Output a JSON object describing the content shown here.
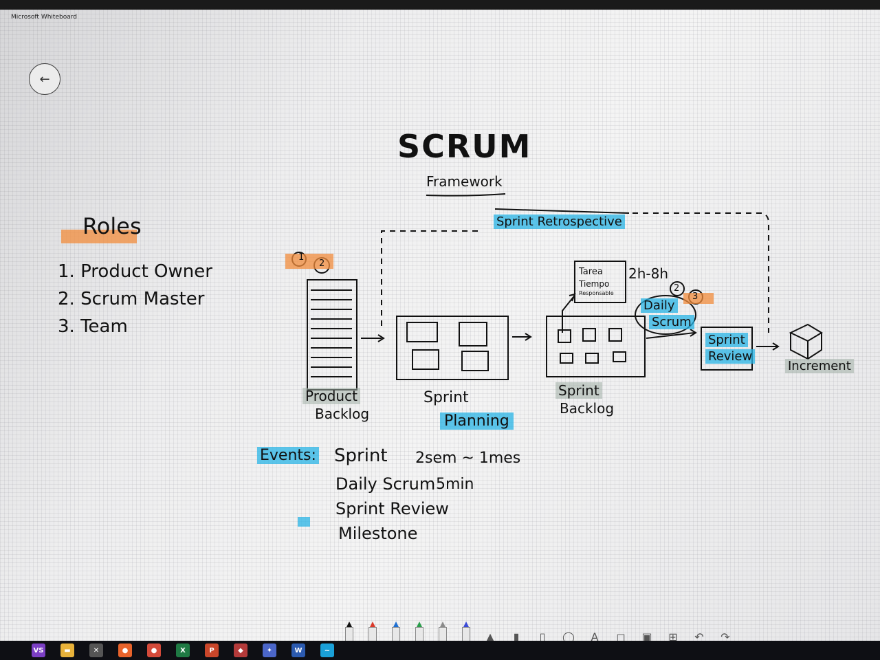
{
  "window": {
    "title": "Microsoft Whiteboard"
  },
  "back": {
    "glyph": "←"
  },
  "board": {
    "title": "SCRUM",
    "subtitle": "Framework",
    "roles_heading": "Roles",
    "roles": [
      "1. Product Owner",
      "2. Scrum Master",
      "3. Team"
    ],
    "retrospective": "Sprint Retrospective",
    "product_backlog": [
      "Product",
      "Backlog"
    ],
    "sprint_planning": [
      "Sprint",
      "Planning"
    ],
    "sprint_backlog": [
      "Sprint",
      "Backlog"
    ],
    "task_box": [
      "Tarea",
      "Tiempo",
      "Responsable"
    ],
    "time_range": "2h-8h",
    "daily_scrum": [
      "Daily",
      "Scrum"
    ],
    "sprint_review": [
      "Sprint",
      "Review"
    ],
    "increment": "Increment",
    "events_label": "Events:",
    "events": [
      {
        "name": "Sprint",
        "duration": "2sem ~ 1mes"
      },
      {
        "name": "Daily Scrum",
        "duration": "5min"
      },
      {
        "name": "Sprint Review",
        "duration": ""
      },
      {
        "name": "Milestone",
        "duration": ""
      }
    ],
    "badges": [
      "1",
      "2",
      "2",
      "3"
    ]
  },
  "toolbar": {
    "pen_colors": [
      "#111111",
      "#d93a2b",
      "#1f6fd1",
      "#2a9d4a",
      "#8a8a8a",
      "#3b4bd6"
    ],
    "tools": [
      "highlighter-icon",
      "ruler-icon",
      "note-icon",
      "lasso-icon",
      "text-icon",
      "shape-icon",
      "image-icon",
      "add-icon",
      "undo-icon",
      "redo-icon"
    ],
    "tool_glyphs": [
      "▲",
      "▮",
      "▯",
      "◯",
      "A",
      "◻",
      "▣",
      "⊞",
      "↶",
      "↷"
    ]
  },
  "taskbar": {
    "icons": [
      {
        "name": "visual-studio-icon",
        "color": "#7b3fc4",
        "glyph": "VS"
      },
      {
        "name": "file-explorer-icon",
        "color": "#e8b23a",
        "glyph": "▬"
      },
      {
        "name": "tools-icon",
        "color": "#555555",
        "glyph": "✕"
      },
      {
        "name": "firefox-icon",
        "color": "#e8632b",
        "glyph": "●"
      },
      {
        "name": "chrome-icon",
        "color": "#d44a3a",
        "glyph": "●"
      },
      {
        "name": "excel-icon",
        "color": "#1f7a44",
        "glyph": "X"
      },
      {
        "name": "powerpoint-icon",
        "color": "#c9462a",
        "glyph": "P"
      },
      {
        "name": "shield-icon",
        "color": "#b33a3a",
        "glyph": "◆"
      },
      {
        "name": "teams-icon",
        "color": "#4b66c9",
        "glyph": "✦"
      },
      {
        "name": "word-icon",
        "color": "#2b5aaf",
        "glyph": "W"
      },
      {
        "name": "whiteboard-icon",
        "color": "#1aa0d8",
        "glyph": "~"
      }
    ]
  }
}
